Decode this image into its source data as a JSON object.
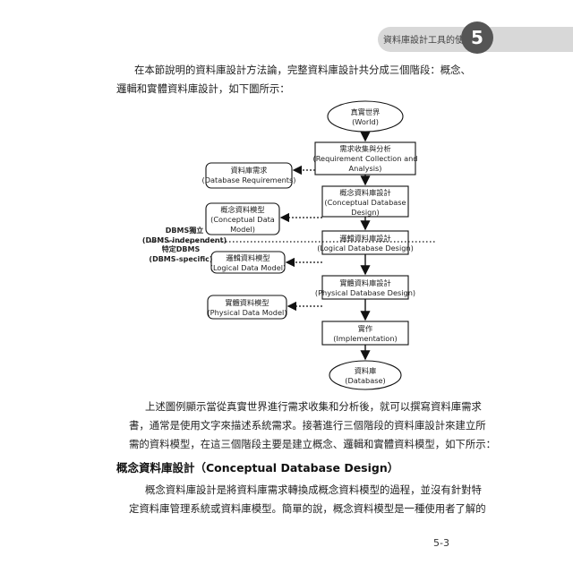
{
  "header": {
    "running_title": "資料庫設計工具的使用",
    "chapter_number": "5"
  },
  "intro_paragraph": {
    "lines": [
      "在本節說明的資料庫設計方法論，完整資料庫設計共分成三個階段：概念、",
      "邏輯和實體資料庫設計，如下圖所示："
    ]
  },
  "diagram": {
    "world": [
      "真實世界",
      "(World)"
    ],
    "requirement_analysis": [
      "需求收集與分析",
      "(Requirement Collection and",
      "Analysis)"
    ],
    "db_requirements": [
      "資料庫需求",
      "(Database Requirements)"
    ],
    "conceptual_design": [
      "概念資料庫設計",
      "(Conceptual Database",
      "Design)"
    ],
    "conceptual_model": [
      "概念資料模型",
      "(Conceptual Data",
      "Model)"
    ],
    "dbms_independent": [
      "DBMS獨立",
      "(DBMS-independent)"
    ],
    "dbms_specific": [
      "特定DBMS",
      "(DBMS-specific)"
    ],
    "logical_design": [
      "邏輯資料庫設計",
      "(Logical Database Design)"
    ],
    "logical_model": [
      "邏輯資料模型",
      "(Logical Data Model)"
    ],
    "physical_design": [
      "實體資料庫設計",
      "(Physical Database Design)"
    ],
    "physical_model": [
      "實體資料模型",
      "(Physical Data Model)"
    ],
    "implementation": [
      "實作",
      "(Implementation)"
    ],
    "database": [
      "資料庫",
      "(Database)"
    ]
  },
  "body_paragraph": {
    "lines": [
      "上述圖例顯示當從真實世界進行需求收集和分析後，就可以撰寫資料庫需求",
      "書，通常是使用文字來描述系統需求。接著進行三個階段的資料庫設計來建立所",
      "需的資料模型，在這三個階段主要是建立概念、邏輯和實體資料模型，如下所示："
    ]
  },
  "section": {
    "title": "概念資料庫設計（Conceptual Database Design）",
    "lines": [
      "概念資料庫設計是將資料庫需求轉換成概念資料模型的過程，並沒有針對特",
      "定資料庫管理系統或資料庫模型。簡單的說，概念資料模型是一種使用者了解的"
    ]
  },
  "footer": {
    "page_number": "5-3"
  }
}
